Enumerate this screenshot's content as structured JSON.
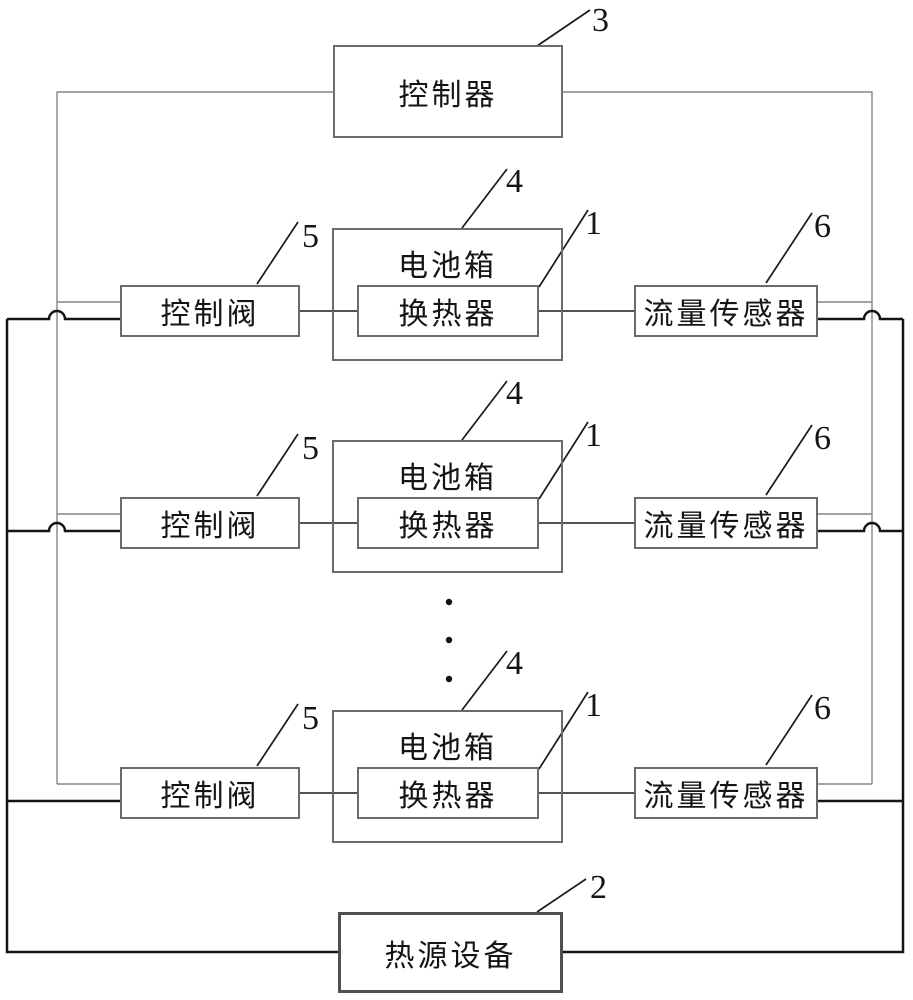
{
  "figure": {
    "controller": {
      "text": "控制器",
      "ref": "3"
    },
    "heat_source": {
      "text": "热源设备",
      "ref": "2"
    },
    "rows": [
      {
        "valve": {
          "text": "控制阀",
          "ref": "5"
        },
        "battery": {
          "text": "电池箱",
          "ref": "4"
        },
        "exchanger": {
          "text": "换热器",
          "ref": "1"
        },
        "sensor": {
          "text": "流量传感器",
          "ref": "6"
        }
      },
      {
        "valve": {
          "text": "控制阀",
          "ref": "5"
        },
        "battery": {
          "text": "电池箱",
          "ref": "4"
        },
        "exchanger": {
          "text": "换热器",
          "ref": "1"
        },
        "sensor": {
          "text": "流量传感器",
          "ref": "6"
        }
      },
      {
        "valve": {
          "text": "控制阀",
          "ref": "5"
        },
        "battery": {
          "text": "电池箱",
          "ref": "4"
        },
        "exchanger": {
          "text": "换热器",
          "ref": "1"
        },
        "sensor": {
          "text": "流量传感器",
          "ref": "6"
        }
      }
    ],
    "colors": {
      "flow_line": "#141414",
      "signal_line": "#858585",
      "component_link": "#3d3d3d",
      "box_border": "#6b6b6b",
      "text": "#151515",
      "background": "#ffffff"
    }
  }
}
